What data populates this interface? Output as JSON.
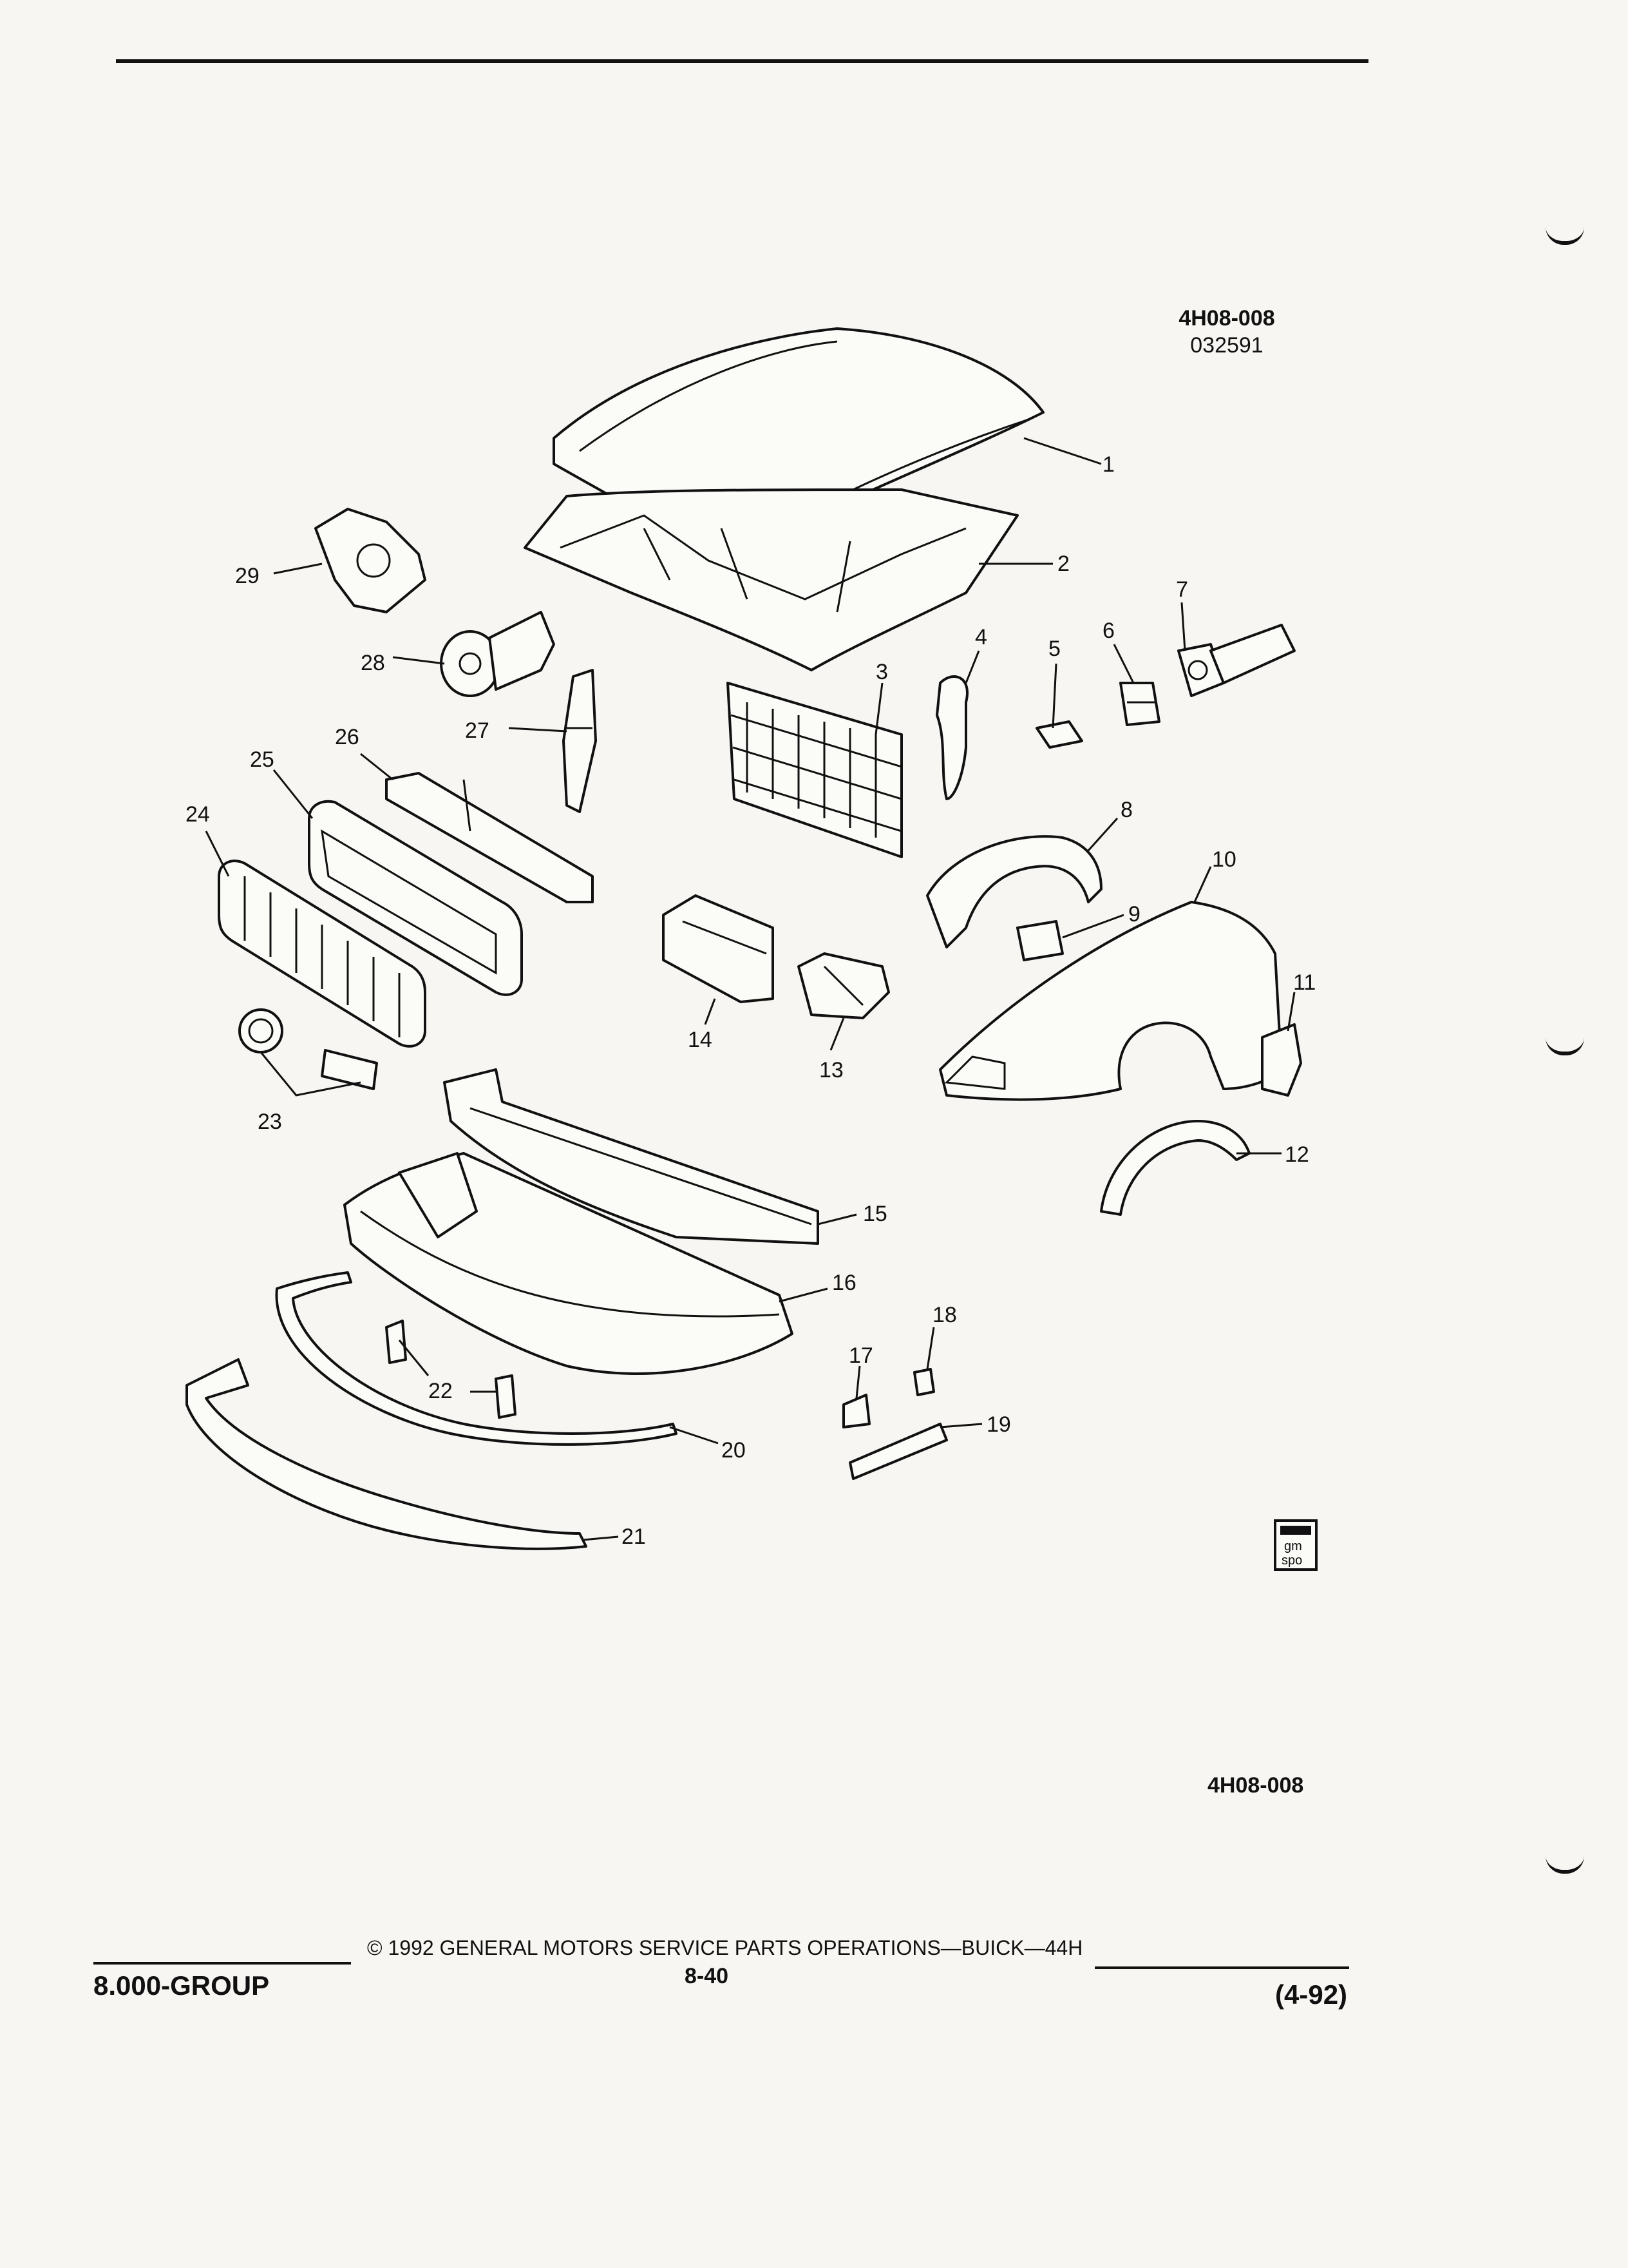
{
  "header": {
    "figure_code": "4H08-008",
    "date_code": "032591"
  },
  "callouts": [
    {
      "n": "1"
    },
    {
      "n": "2"
    },
    {
      "n": "3"
    },
    {
      "n": "4"
    },
    {
      "n": "5"
    },
    {
      "n": "6"
    },
    {
      "n": "7"
    },
    {
      "n": "8"
    },
    {
      "n": "9"
    },
    {
      "n": "10"
    },
    {
      "n": "11"
    },
    {
      "n": "12"
    },
    {
      "n": "13"
    },
    {
      "n": "14"
    },
    {
      "n": "15"
    },
    {
      "n": "16"
    },
    {
      "n": "17"
    },
    {
      "n": "18"
    },
    {
      "n": "19"
    },
    {
      "n": "20"
    },
    {
      "n": "21"
    },
    {
      "n": "22"
    },
    {
      "n": "23"
    },
    {
      "n": "24"
    },
    {
      "n": "25"
    },
    {
      "n": "26"
    },
    {
      "n": "27"
    },
    {
      "n": "28"
    },
    {
      "n": "29"
    }
  ],
  "logo": {
    "line1": "gm",
    "line2": "spo"
  },
  "bottom_code": "4H08-008",
  "footer": {
    "copyright": "© 1992 GENERAL MOTORS SERVICE PARTS OPERATIONS—BUICK—44H",
    "group": "8.000-GROUP",
    "page": "8-40",
    "revision": "(4-92)"
  }
}
